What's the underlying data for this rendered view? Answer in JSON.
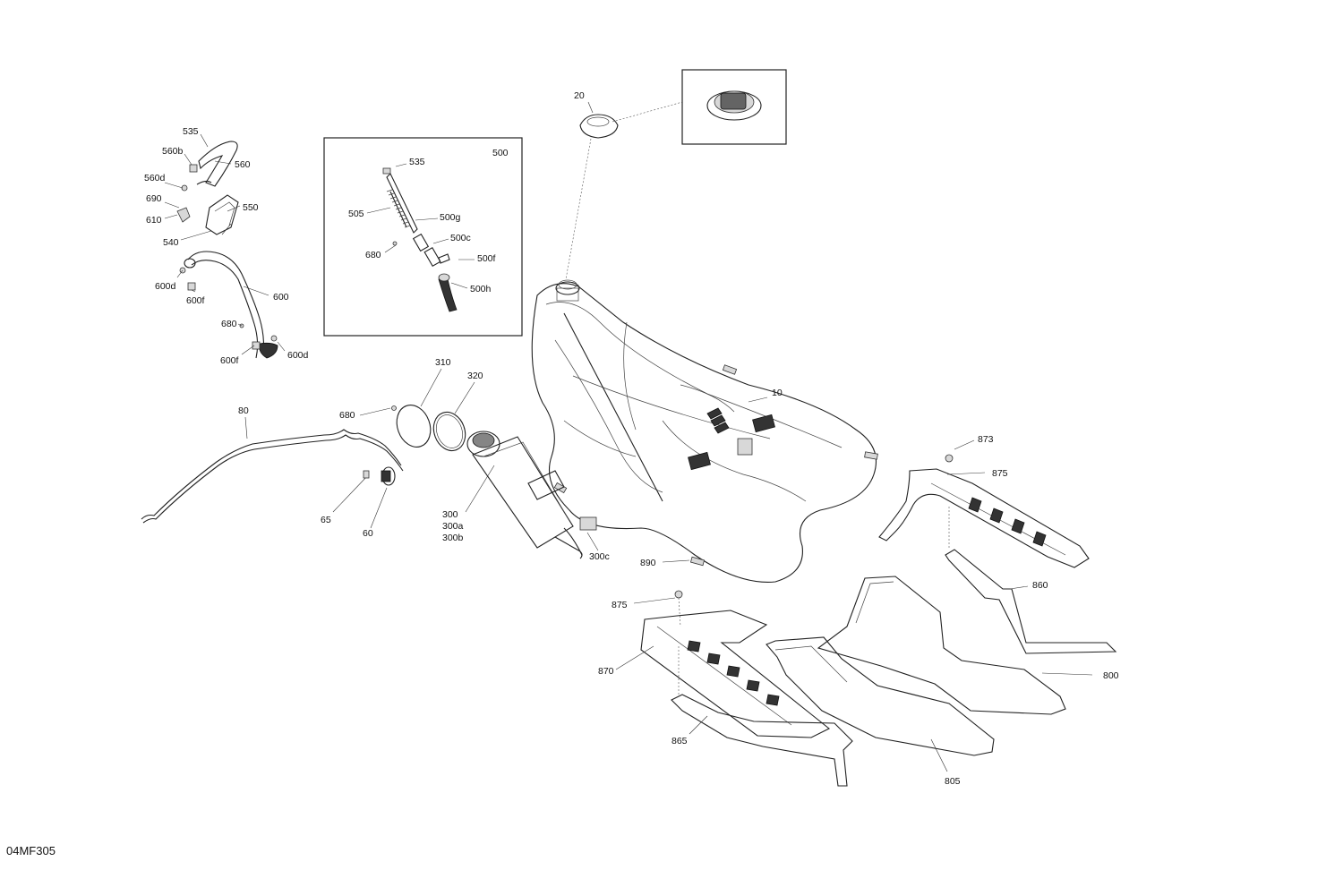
{
  "diagram": {
    "code": "04MF305",
    "inset_label": "500",
    "labels": {
      "p10": "10",
      "p20": "20",
      "p60": "60",
      "p65": "65",
      "p80": "80",
      "p300": "300",
      "p300a": "300a",
      "p300b": "300b",
      "p300c": "300c",
      "p310": "310",
      "p320": "320",
      "p505": "505",
      "p500g": "500g",
      "p500c": "500c",
      "p500f": "500f",
      "p500h": "500h",
      "p535_inset": "535",
      "p680_inset": "680",
      "p535": "535",
      "p560b": "560b",
      "p560": "560",
      "p560d": "560d",
      "p690": "690",
      "p610": "610",
      "p550": "550",
      "p540": "540",
      "p600d_top": "600d",
      "p600f_top": "600f",
      "p600": "600",
      "p680_left": "680",
      "p600f_bot": "600f",
      "p600d_bot": "600d",
      "p680_mid": "680",
      "p873": "873",
      "p875_right": "875",
      "p860": "860",
      "p890": "890",
      "p875_low": "875",
      "p870": "870",
      "p800": "800",
      "p865": "865",
      "p805": "805"
    }
  }
}
